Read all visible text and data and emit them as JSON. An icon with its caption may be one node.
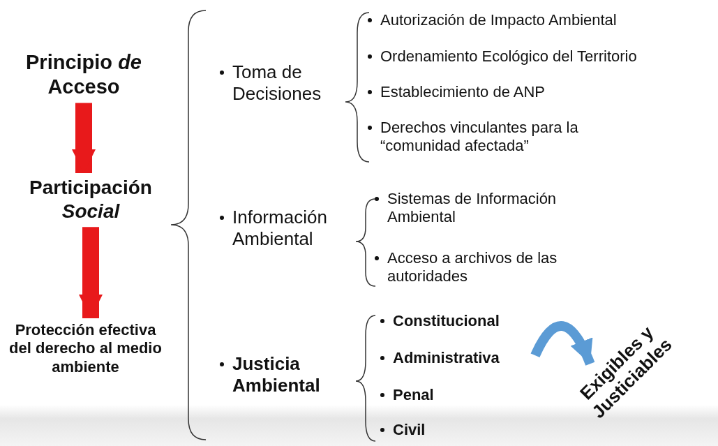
{
  "diagram": {
    "nodes": [
      {
        "text": [
          "Principio *de* Acceso"
        ]
      },
      {
        "text": [
          "Participación *Social*"
        ]
      },
      {
        "text": [
          "Protección efectiva del derecho al medio ambiente"
        ]
      },
      {
        "text": [
          "Administrativa"
        ]
      },
      {
        "text": [
          "Exigibles y Justiciables"
        ]
      }
    ],
    "edges": [
      {
        "from": 0,
        "to": 1,
        "arrow": "to",
        "color": "#e8191b"
      },
      {
        "from": 1,
        "to": 2,
        "arrow": "to",
        "color": "#e8191b"
      },
      {
        "from": 3,
        "to": 4,
        "arrow": "to",
        "color": "#5b9bd5"
      }
    ],
    "labels": [
      "Toma de Decisiones",
      "Autorización de Impacto Ambiental",
      "Ordenamiento Ecológico del Territorio",
      "Establecimiento de ANP",
      "Derechos vinculantes para la “comunidad afectada”",
      "Información Ambiental",
      "Sistemas de Información Ambiental",
      "Acceso a archivos de las autoridades",
      "Justicia Ambiental",
      "Constitucional",
      "Penal",
      "Civil"
    ]
  }
}
